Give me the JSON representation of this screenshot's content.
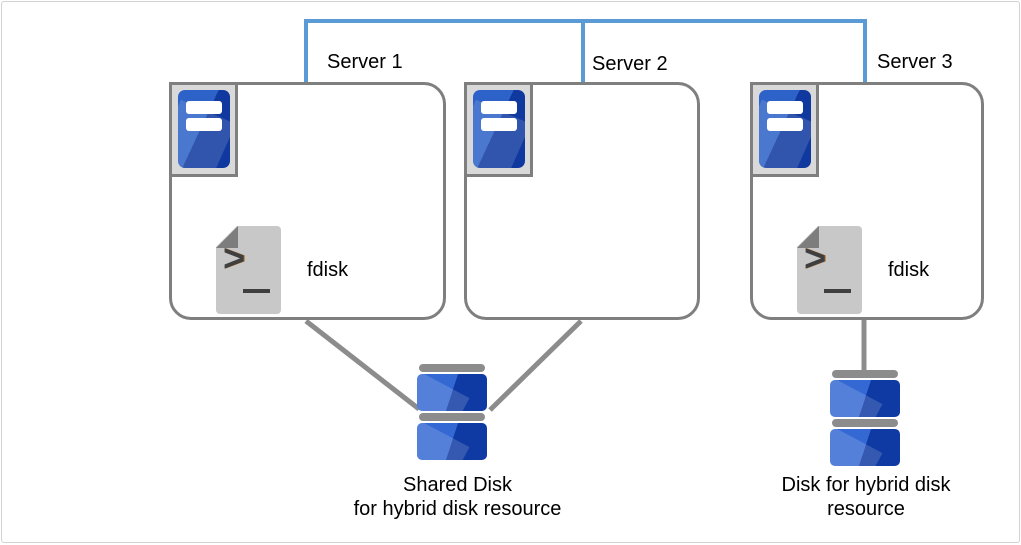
{
  "servers": [
    {
      "label": "Server 1",
      "has_fdisk": true,
      "fdisk_label": "fdisk"
    },
    {
      "label": "Server 2",
      "has_fdisk": false
    },
    {
      "label": "Server 3",
      "has_fdisk": true,
      "fdisk_label": "fdisk"
    }
  ],
  "disks": [
    {
      "name": "shared-disk",
      "label_line1": "Shared Disk",
      "label_line2": "for hybrid disk resource",
      "connected_to": [
        "Server 1",
        "Server 2"
      ]
    },
    {
      "name": "hybrid-disk",
      "label_line1": "Disk for hybrid disk",
      "label_line2": "resource",
      "connected_to": [
        "Server 3"
      ]
    }
  ],
  "colors": {
    "network_line": "#5b9bd5",
    "connector_line": "#8c8c8c",
    "box_border": "#7f7f7f",
    "chip_background": "#d9d9d9",
    "server_icon_blue_light": "#2d62c8",
    "server_icon_blue_dark": "#10399f",
    "disk_blue_light": "#3468d3",
    "disk_blue_dark": "#0f3aa3",
    "disk_cap_gray": "#8c8c8c",
    "document_gray": "#c8c8c8",
    "document_fold_gray": "#7d7d7d",
    "text": "#000000"
  }
}
